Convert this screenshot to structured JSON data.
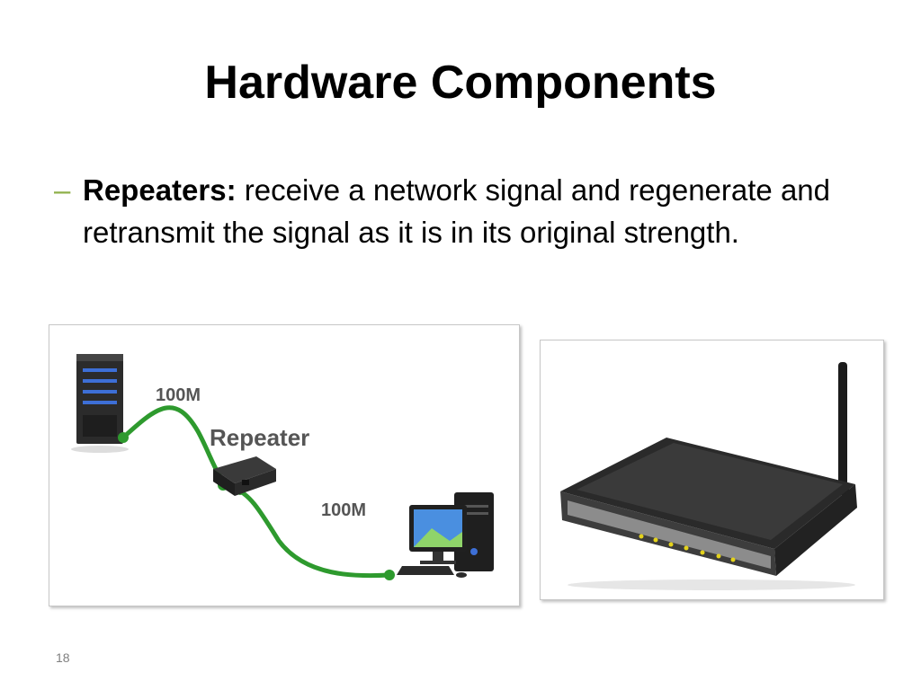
{
  "slide": {
    "title": "Hardware Components",
    "bullet": {
      "marker": "–",
      "term": "Repeaters:",
      "text": " receive a network signal and regenerate and retransmit the signal as it is in its original strength."
    },
    "page_number": "18"
  },
  "diagram": {
    "label_top_speed": "100M",
    "label_device": "Repeater",
    "label_bottom_speed": "100M",
    "cable_color": "#2e9a2e"
  },
  "icons": {
    "server": "server-tower-icon",
    "repeater": "repeater-device-icon",
    "computer": "desktop-computer-icon",
    "router": "wireless-router-icon"
  }
}
